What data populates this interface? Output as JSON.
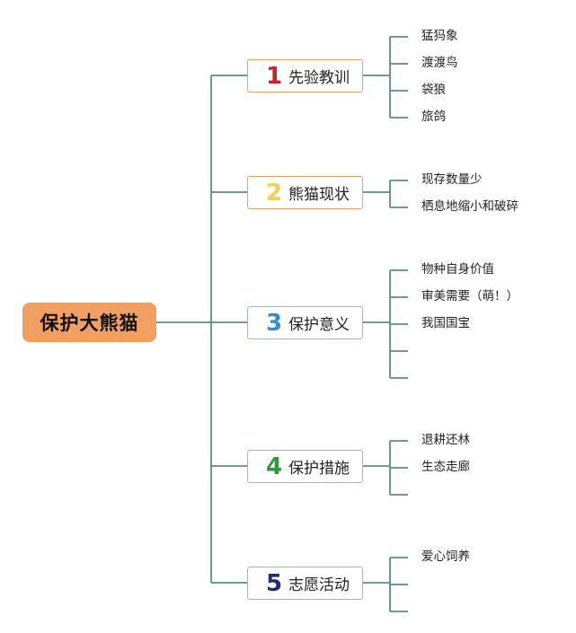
{
  "root": {
    "label": "保护大熊猫"
  },
  "colors": {
    "connector": "#5a8f7b",
    "root_fill": "#f2a062",
    "box_border": "#e6a36e"
  },
  "branches": [
    {
      "number": "1",
      "number_color": "#d0202a",
      "label": "先验教训",
      "leaves": [
        "猛犸象",
        "渡渡鸟",
        "袋狼",
        "旅鸽"
      ]
    },
    {
      "number": "2",
      "number_color": "#f2d24a",
      "label": "熊猫现状",
      "leaves": [
        "现存数量少",
        "栖息地缩小和破碎"
      ]
    },
    {
      "number": "3",
      "number_color": "#2f8fd0",
      "label": "保护意义",
      "leaves": [
        "物种自身价值",
        "审美需要（萌！）",
        "我国国宝",
        "",
        ""
      ]
    },
    {
      "number": "4",
      "number_color": "#2e9a3a",
      "label": "保护措施",
      "leaves": [
        "退耕还林",
        "生态走廊",
        ""
      ]
    },
    {
      "number": "5",
      "number_color": "#1f2f7a",
      "label": "志愿活动",
      "leaves": [
        "爱心饲养",
        "",
        ""
      ]
    }
  ]
}
